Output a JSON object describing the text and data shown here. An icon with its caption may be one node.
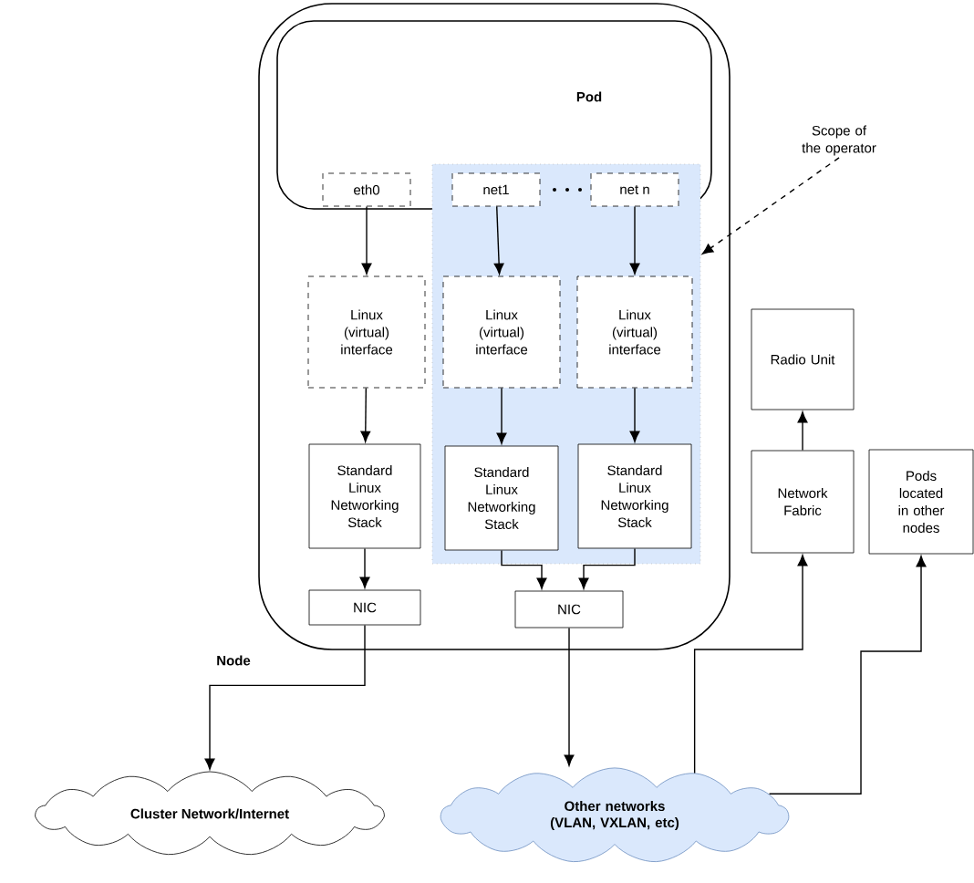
{
  "diagram": {
    "nodes": [
      {
        "text": [
          "Node"
        ]
      },
      {
        "text": [
          "Pod"
        ],
        "in": 0
      },
      {
        "text": [],
        "shape": "box",
        "in": 0
      },
      {
        "text": [
          "eth0"
        ],
        "in": 1
      },
      {
        "text": [
          "net1"
        ]
      },
      {
        "text": [
          "net n"
        ]
      },
      {
        "text": [
          "Linux (virtual) interface"
        ],
        "in": 0
      },
      {
        "text": [
          "Linux (virtual) interface"
        ],
        "in": 2
      },
      {
        "text": [
          "Linux (virtual) interface"
        ],
        "in": 2
      },
      {
        "text": [
          "Standard Linux Networking Stack"
        ],
        "in": 0
      },
      {
        "text": [
          "Standard Linux Networking Stack"
        ],
        "in": 2
      },
      {
        "text": [
          "Standard Linux Networking Stack"
        ],
        "in": 2
      },
      {
        "text": [
          "NIC"
        ],
        "in": 0
      },
      {
        "text": [
          "NIC"
        ],
        "in": 0
      },
      {
        "text": [
          "Cluster Network/Internet"
        ]
      },
      {
        "text": [
          "Other networks (VLAN, VXLAN, etc)"
        ]
      },
      {
        "text": [
          "Radio Unit"
        ]
      },
      {
        "text": [
          "Network Fabric"
        ]
      },
      {
        "text": [
          "Pods located in other nodes"
        ]
      },
      {
        "text": [
          "Scope of the operator"
        ]
      }
    ],
    "edges": [
      {
        "from": 3,
        "to": 6,
        "arrow": "to"
      },
      {
        "from": 4,
        "to": 7,
        "arrow": "to"
      },
      {
        "from": 5,
        "to": 8,
        "arrow": "to"
      },
      {
        "from": 6,
        "to": 9,
        "arrow": "to"
      },
      {
        "from": 7,
        "to": 10,
        "arrow": "to"
      },
      {
        "from": 8,
        "to": 11,
        "arrow": "to"
      },
      {
        "from": 9,
        "to": 12,
        "arrow": "to"
      },
      {
        "from": 10,
        "to": 13,
        "arrow": "to"
      },
      {
        "from": 11,
        "to": 13,
        "arrow": "to"
      },
      {
        "from": 12,
        "to": 14,
        "arrow": "to"
      },
      {
        "from": 13,
        "to": 15,
        "arrow": "to"
      },
      {
        "from": 15,
        "to": 17,
        "arrow": "to"
      },
      {
        "from": 17,
        "to": 16,
        "arrow": "to"
      },
      {
        "from": 15,
        "to": 18,
        "arrow": "to"
      },
      {
        "from": 19,
        "to": 2,
        "arrow": "to",
        "style": "dashed"
      }
    ]
  }
}
